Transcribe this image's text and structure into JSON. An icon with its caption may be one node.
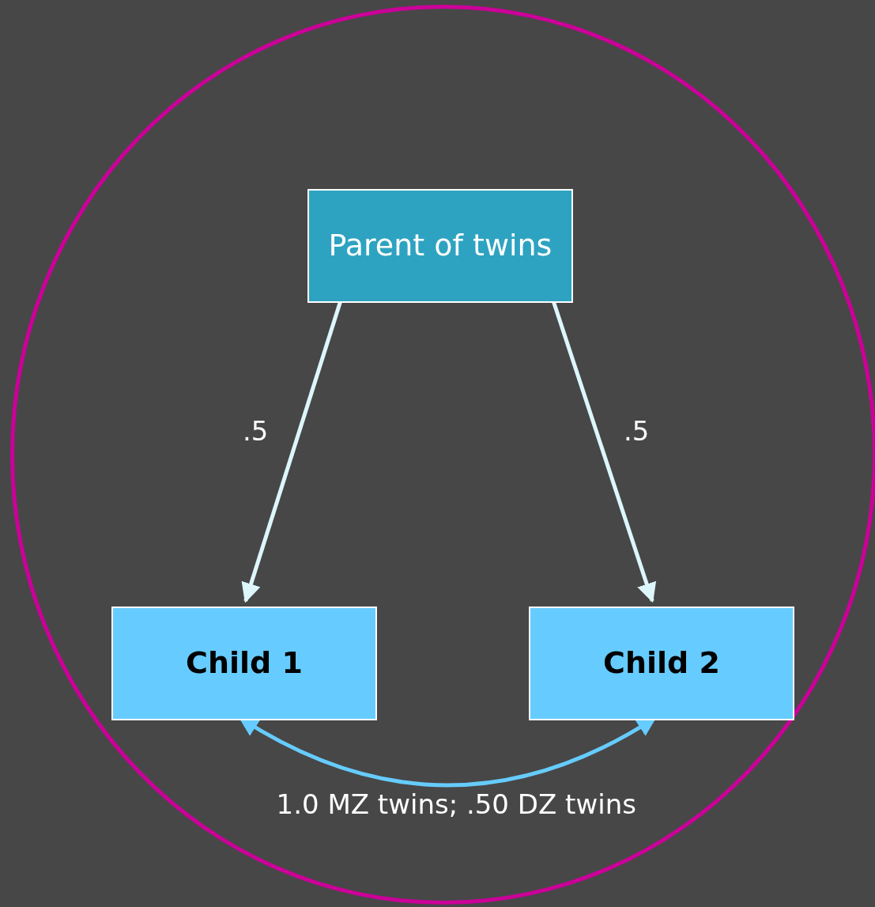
{
  "diagram": {
    "nodes": [
      {
        "text": [],
        "shape": "circle"
      },
      {
        "text": [
          "Parent of twins"
        ],
        "in": 0
      },
      {
        "text": [
          "Child 1"
        ],
        "in": 0
      },
      {
        "text": [
          "Child 2"
        ],
        "in": 0
      }
    ],
    "edges": [
      {
        "from": 1,
        "to": 2,
        "arrow": "to",
        "label": ".5"
      },
      {
        "from": 1,
        "to": 3,
        "arrow": "to",
        "label": ".5"
      },
      {
        "from": 2,
        "to": 3,
        "arrow": "both",
        "label": "1.0 MZ twins; .50 DZ twins",
        "color": "#66ccff"
      }
    ]
  }
}
